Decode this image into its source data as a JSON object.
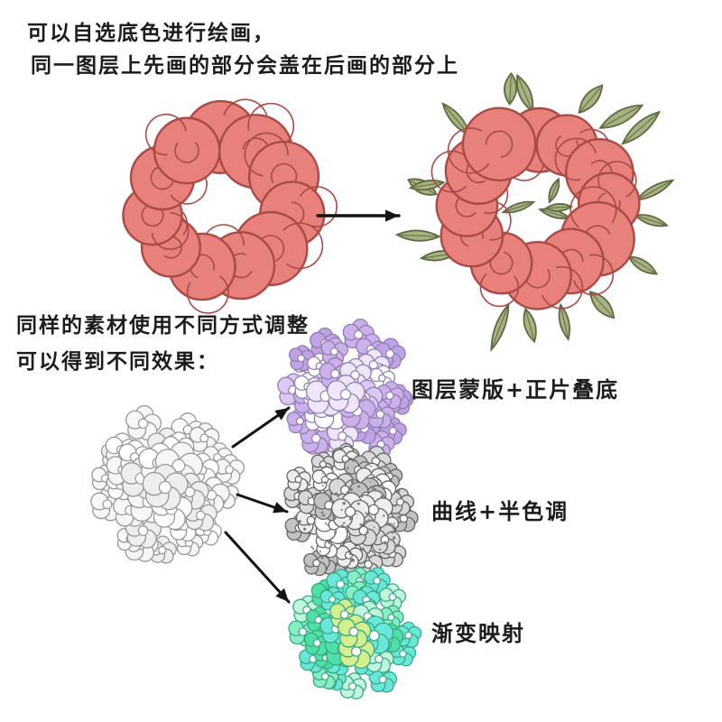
{
  "intro": {
    "line1": "可以自选底色进行绘画，",
    "line2": "同一图层上先画的部分会盖在后画的部分上"
  },
  "section": {
    "line1": "同样的素材使用不同方式调整",
    "line2": "可以得到不同效果："
  },
  "effects": [
    {
      "label": "图层蒙版+正片叠底"
    },
    {
      "label": "曲线+半色调"
    },
    {
      "label": "渐变映射"
    }
  ],
  "colors": {
    "rose_fill": "#e8817c",
    "rose_stroke": "#a84a46",
    "leaf_fill": "#a7b281",
    "leaf_stroke": "#5e6a42",
    "white_fills": [
      "#ffffff",
      "#f7f7f7",
      "#eeeeee"
    ],
    "white_stroke": "#979797",
    "purple_fills": [
      "#cbb0ea",
      "#dcc8f2",
      "#efe7f9",
      "#ffffff",
      "#bfa3e4"
    ],
    "purple_stroke": "#8f7fb0",
    "gray_fills": [
      "#eeeeee",
      "#d9d9d9",
      "#c2c2c2",
      "#ffffff"
    ],
    "gray_stroke": "#636363",
    "green_fills": [
      "#4fe0a8",
      "#86efc4",
      "#c0f5de",
      "#d4ef8e",
      "#69e8da"
    ],
    "green_stroke": "#3aa883",
    "arrow": "#141414"
  }
}
